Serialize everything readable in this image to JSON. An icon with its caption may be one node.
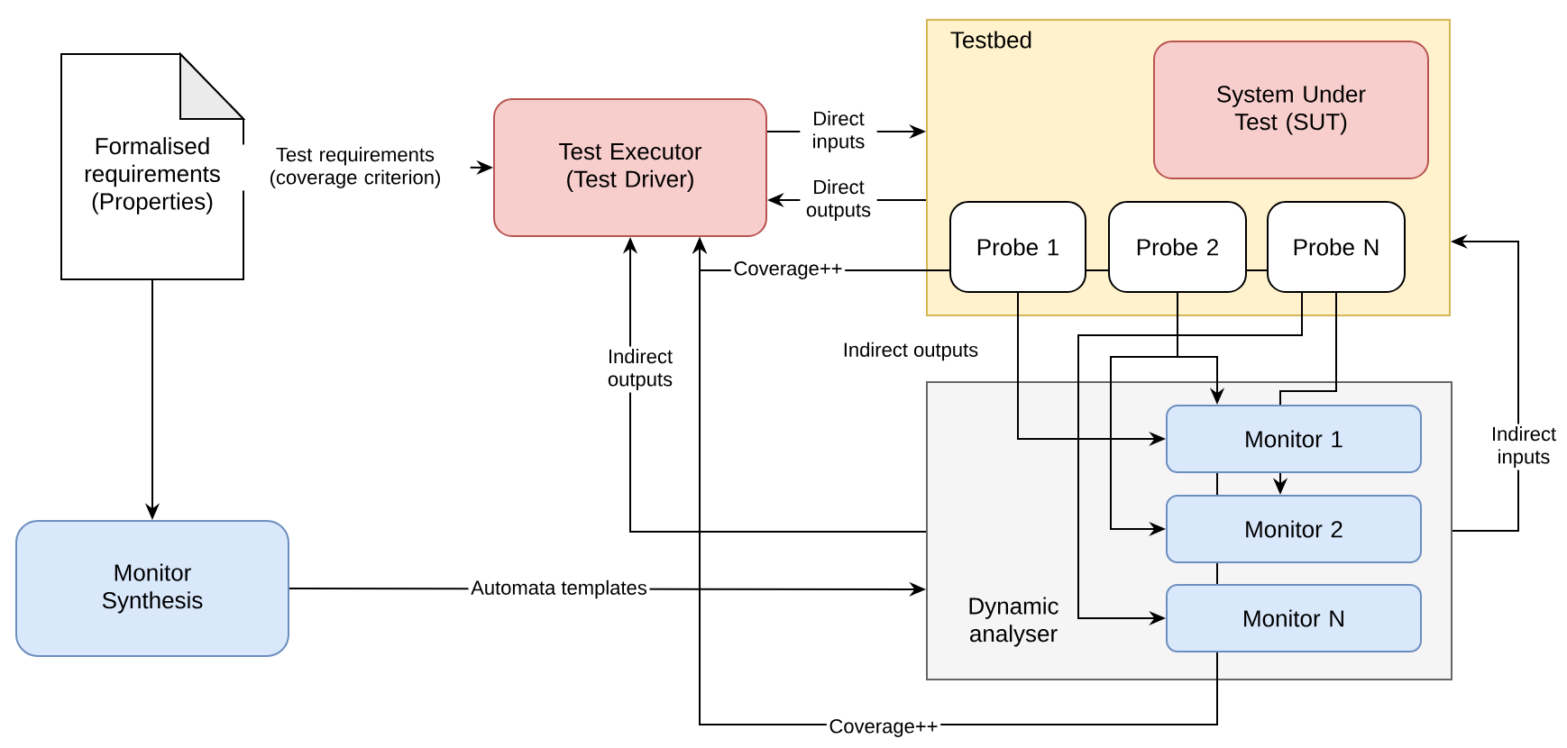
{
  "diagram": {
    "nodes": [
      {
        "text": [
          "Formalised requirements (Properties)"
        ]
      },
      {
        "text": [
          "Test Executor (Test Driver)"
        ]
      },
      {
        "text": [
          "Testbed"
        ]
      },
      {
        "text": [
          "System Under Test (SUT)"
        ],
        "in": 2
      },
      {
        "text": [
          "Probe 1"
        ],
        "in": 2
      },
      {
        "text": [
          "Probe 2"
        ],
        "in": 2
      },
      {
        "text": [
          "Probe N"
        ],
        "in": 2
      },
      {
        "text": [
          "Dynamic analyser"
        ]
      },
      {
        "text": [
          "Monitor 1"
        ],
        "in": 7
      },
      {
        "text": [
          "Monitor 2"
        ],
        "in": 7
      },
      {
        "text": [
          "Monitor N"
        ],
        "in": 7
      },
      {
        "text": [
          "Monitor Synthesis"
        ]
      }
    ],
    "edges": [
      {
        "from": 0,
        "to": 1,
        "arrow": "to",
        "label": "Test requirements (coverage criterion)"
      },
      {
        "from": 1,
        "to": 2,
        "arrow": "to",
        "label": "Direct inputs"
      },
      {
        "from": 2,
        "to": 1,
        "arrow": "to",
        "label": "Direct outputs"
      },
      {
        "from": 6,
        "to": 5,
        "arrow": "none"
      },
      {
        "from": 5,
        "to": 4,
        "arrow": "none"
      },
      {
        "from": 4,
        "to": 1,
        "arrow": "to",
        "label": "Coverage++"
      },
      {
        "from": 4,
        "to": 8,
        "arrow": "to"
      },
      {
        "from": 5,
        "to": 8,
        "arrow": "to"
      },
      {
        "from": 5,
        "to": 9,
        "arrow": "to"
      },
      {
        "from": 6,
        "to": 10,
        "arrow": "to"
      },
      {
        "from": 6,
        "to": 8,
        "arrow": "none"
      },
      {
        "from": 8,
        "to": 9,
        "arrow": "to"
      },
      {
        "from": 8,
        "to": 9,
        "arrow": "none"
      },
      {
        "from": 9,
        "to": 10,
        "arrow": "none"
      },
      {
        "from": 10,
        "to": 1,
        "arrow": "to",
        "label": "Coverage++"
      },
      {
        "from": 7,
        "to": 1,
        "arrow": "to",
        "label": "Indirect outputs"
      },
      {
        "from": 11,
        "to": 7,
        "arrow": "to",
        "label": "Automata templates"
      },
      {
        "from": 7,
        "to": 2,
        "arrow": "to",
        "label": "Indirect inputs"
      },
      {
        "from": 0,
        "to": 11,
        "arrow": "to"
      }
    ],
    "labels": [
      "Indirect outputs"
    ]
  }
}
